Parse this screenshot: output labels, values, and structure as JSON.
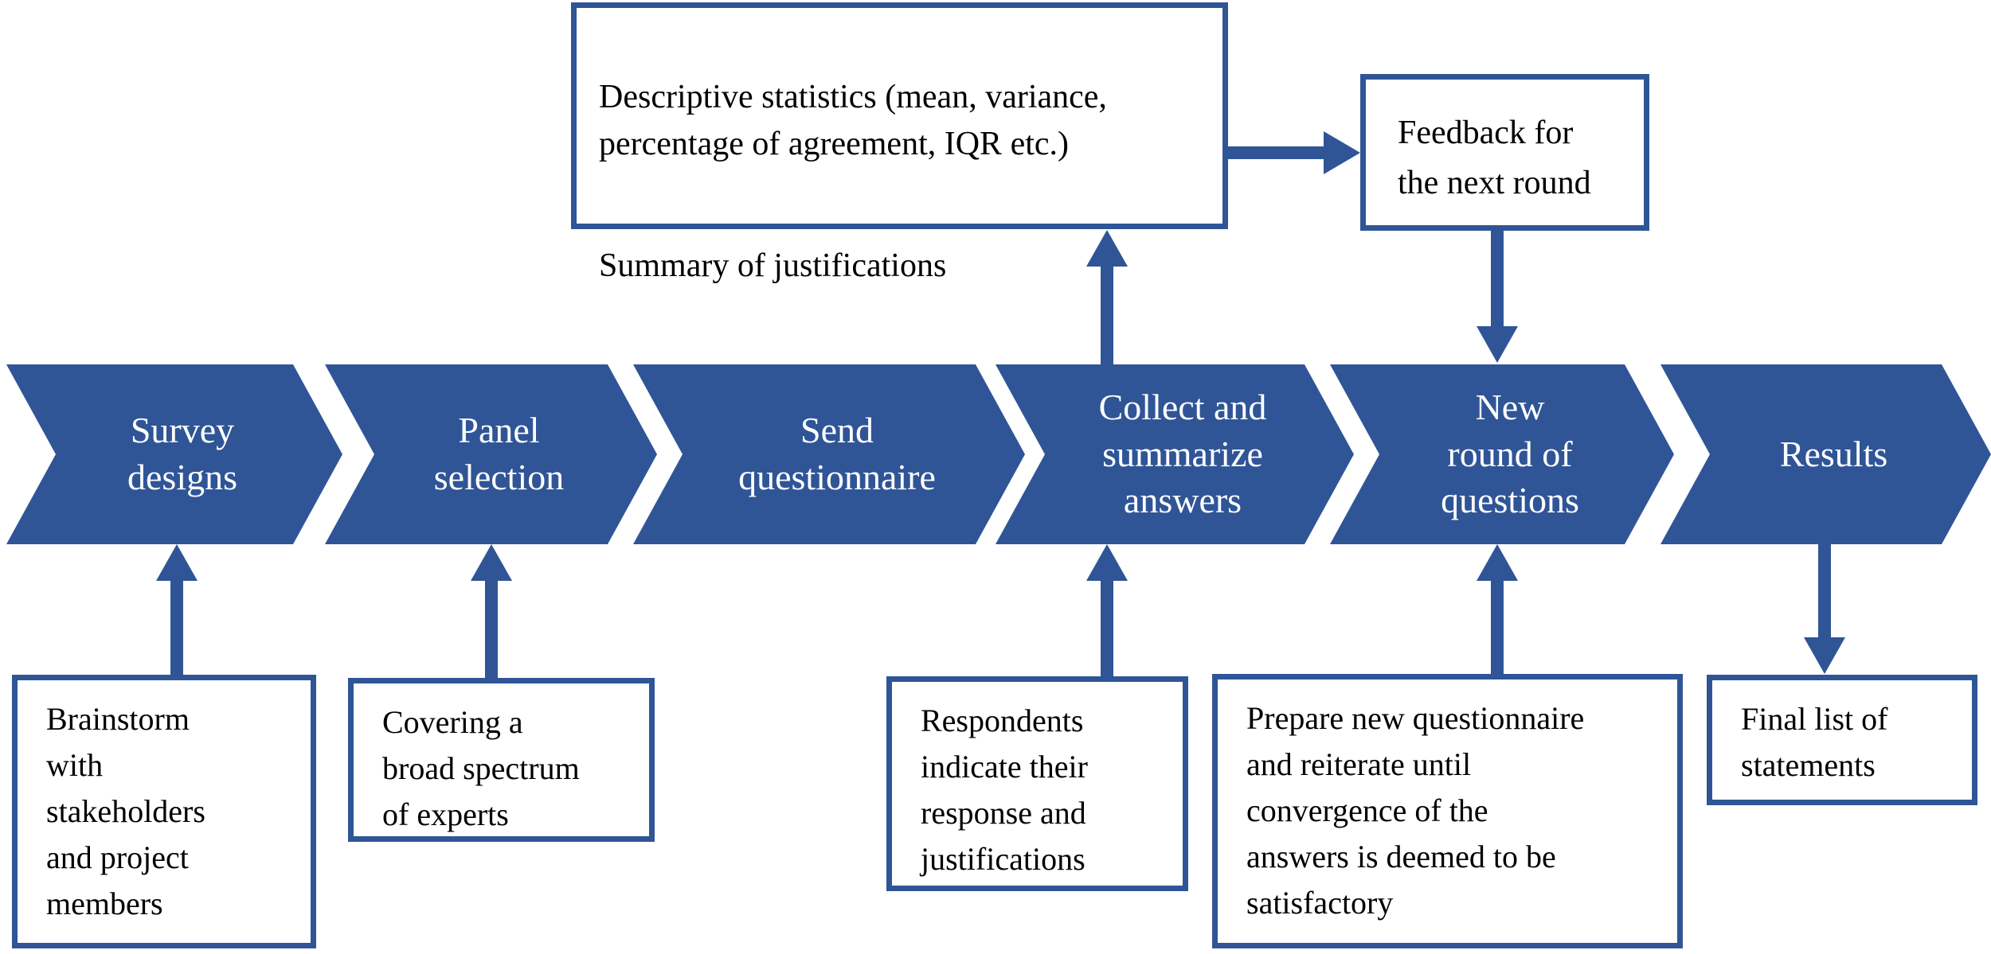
{
  "colors": {
    "primary": "#2F5597",
    "chevron_text": "#FFFFFF",
    "box_text": "#000000",
    "background": "#FFFFFF"
  },
  "process_chevrons": [
    {
      "label": "Survey\ndesigns"
    },
    {
      "label": "Panel\nselection"
    },
    {
      "label": "Send\nquestionnaire"
    },
    {
      "label": "Collect and\nsummarize\nanswers"
    },
    {
      "label": "New\nround of\nquestions"
    },
    {
      "label": "Results"
    }
  ],
  "annotation_boxes": {
    "statistics": {
      "paragraph1": "Descriptive statistics (mean, variance,\npercentage of agreement, IQR etc.)",
      "paragraph2": "Summary of justifications"
    },
    "feedback": {
      "text": "Feedback for\nthe next round"
    },
    "brainstorm": {
      "text": "Brainstorm\nwith\nstakeholders\nand project\nmembers"
    },
    "covering": {
      "text": "Covering a\nbroad spectrum\nof experts"
    },
    "respondents": {
      "text": "Respondents\nindicate their\nresponse and\njustifications"
    },
    "prepare": {
      "text": "Prepare new questionnaire\nand reiterate until\nconvergence of the\nanswers is deemed to be\nsatisfactory"
    },
    "final": {
      "text": "Final list of\nstatements"
    }
  }
}
